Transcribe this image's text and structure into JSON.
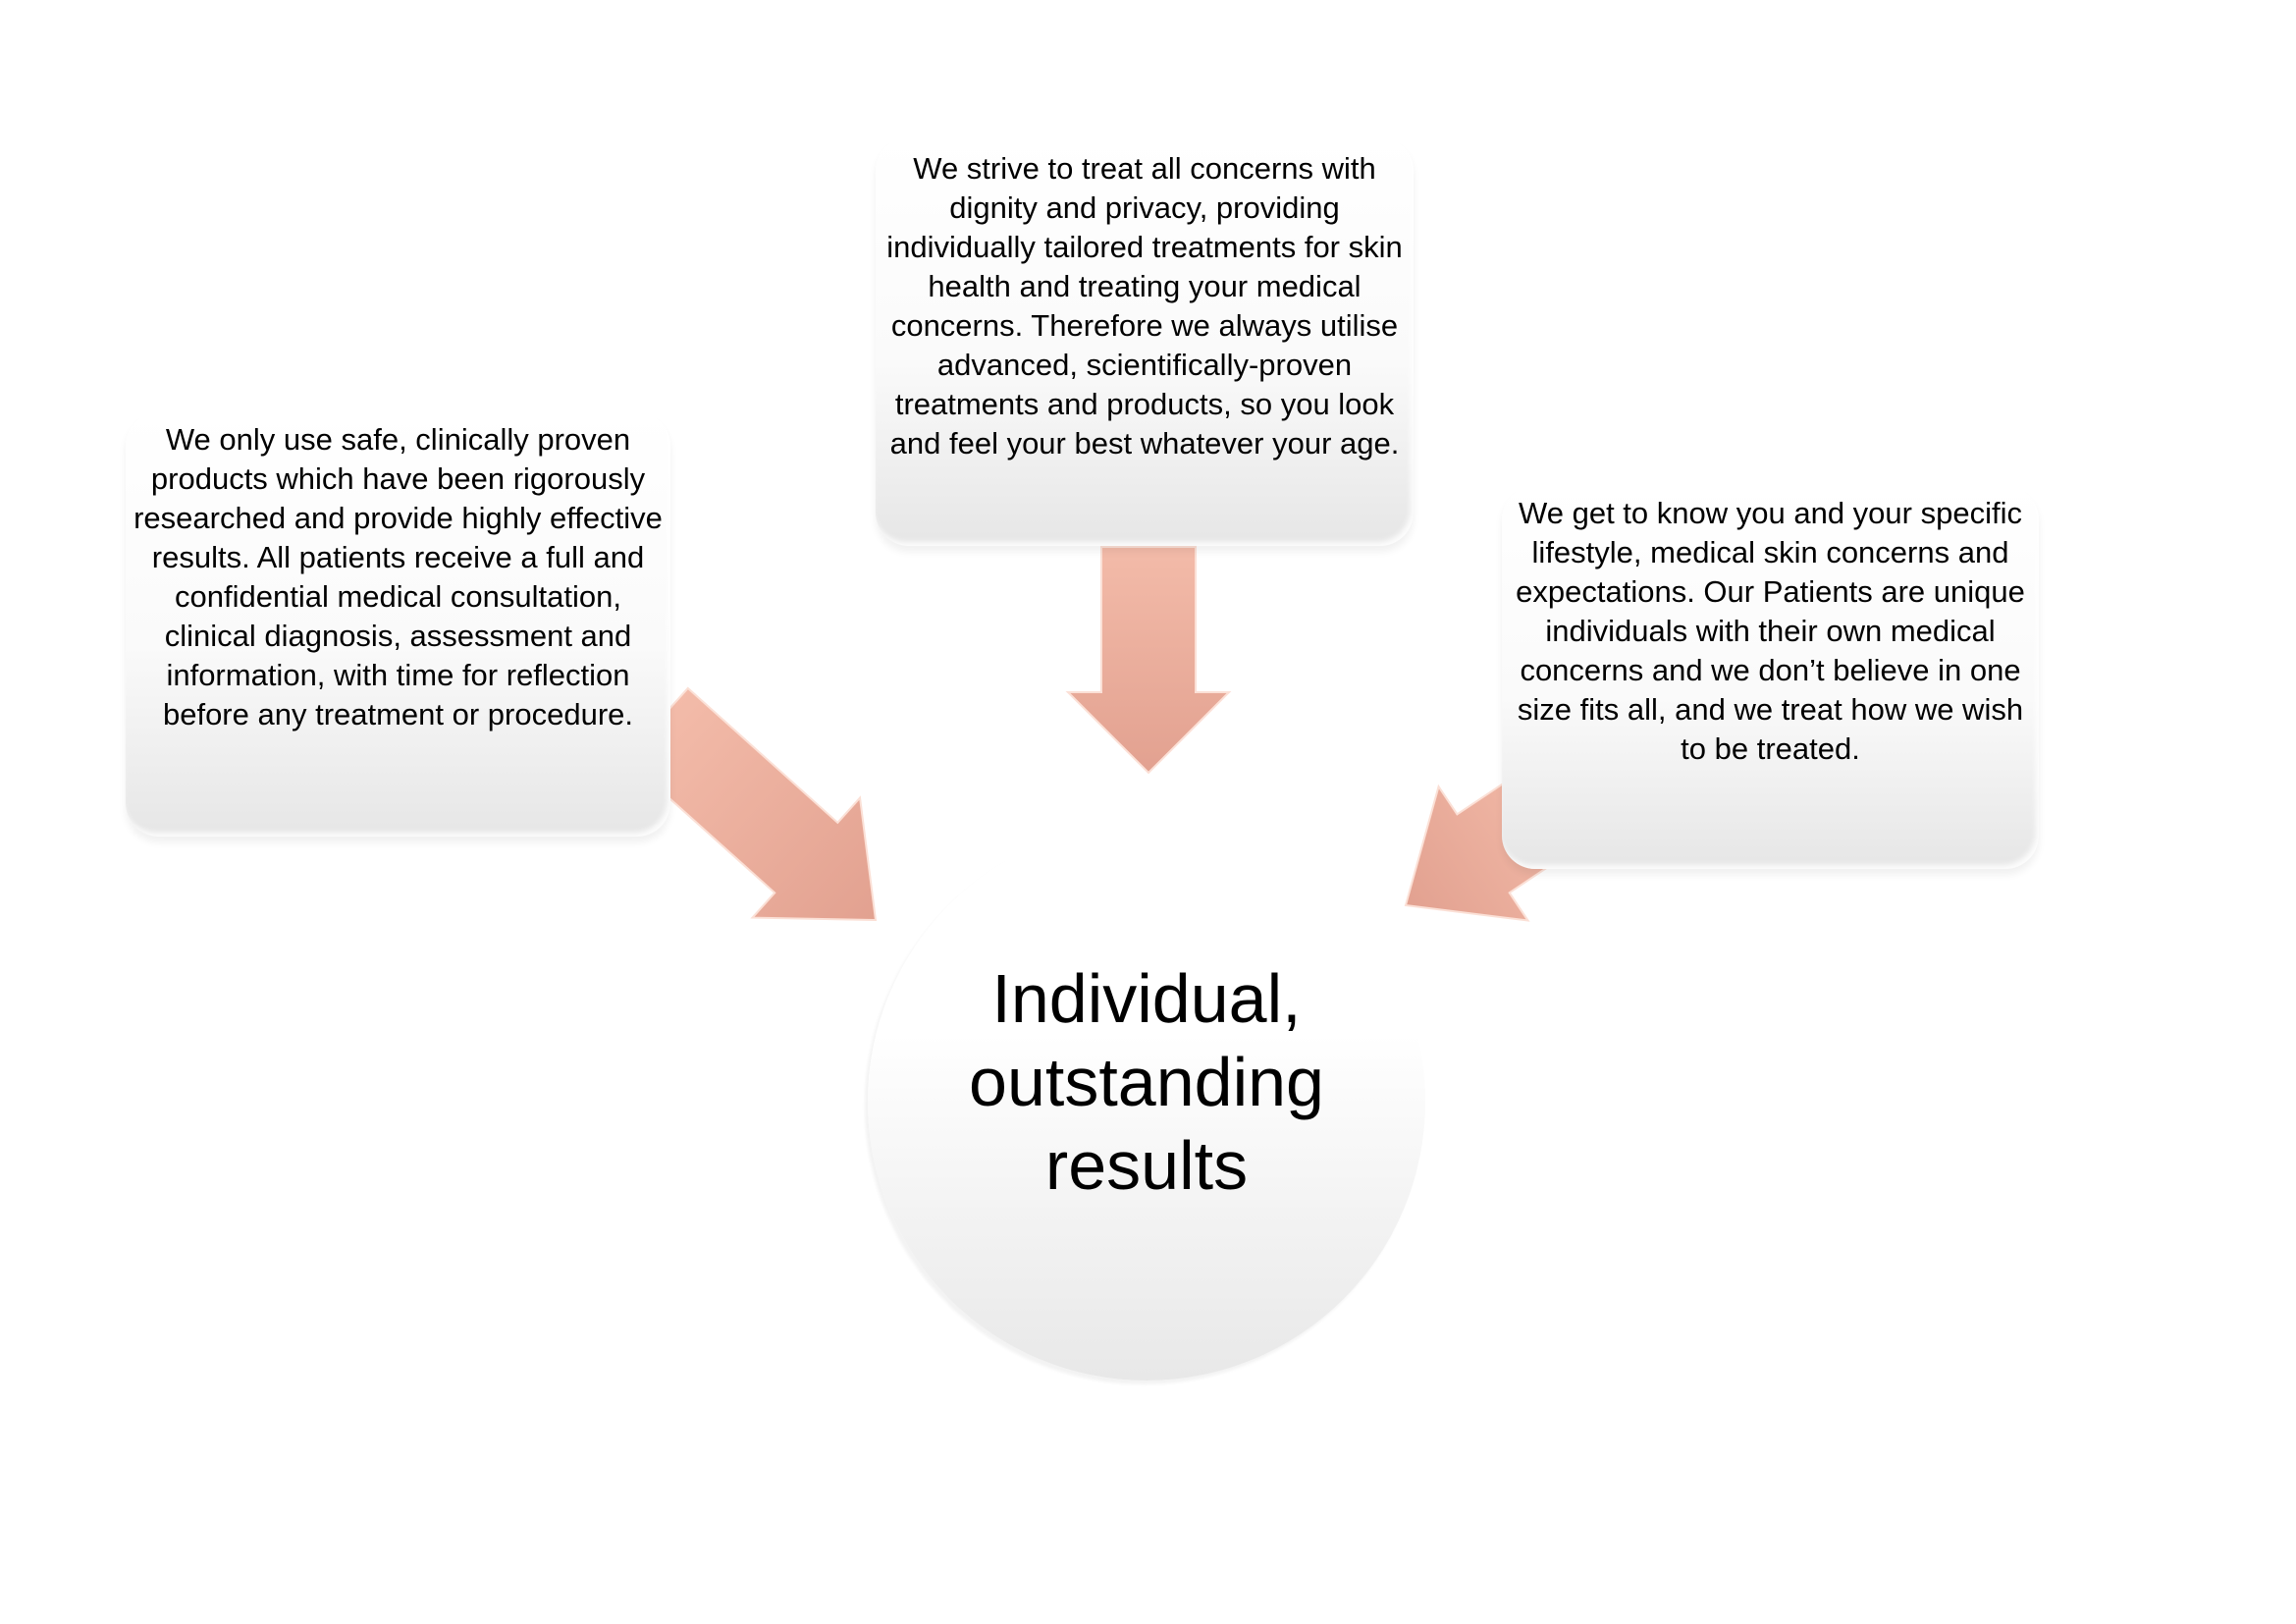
{
  "diagram": {
    "center": {
      "title": "Individual, outstanding results"
    },
    "boxes": {
      "top": "We strive to treat all concerns with dignity and privacy, providing individually tailored treatments for skin health and treating your medical concerns. Therefore we always utilise advanced, scientifically-proven treatments and products, so you look and feel your best whatever your age.",
      "left": "We only use safe, clinically proven products which have been rigorously researched and provide highly effective results. All patients receive a full and confidential medical consultation, clinical diagnosis, assessment and information, with time for reflection before any treatment or procedure.",
      "right": "We get to know you and your specific lifestyle, medical skin concerns and expectations. Our Patients are unique individuals with their own medical concerns and we don’t believe in one size fits all, and we treat how we wish to be treated."
    },
    "colors": {
      "arrow_light": "#f3bba9",
      "arrow_dark": "#e2a190",
      "box": "#f2f2f2"
    }
  }
}
